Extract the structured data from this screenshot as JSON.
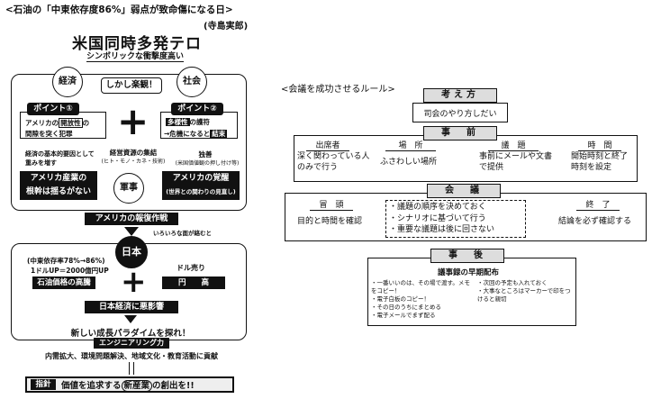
{
  "left": {
    "headline": "<石油の「中東依存度86%」弱点が致命傷になる日>",
    "author": "(寺島実郎)",
    "title": "米国同時多発テロ",
    "subtitle": "シンボリックな衝撃度高い",
    "economy": "経済",
    "society": "社会",
    "however": "しかし楽観！",
    "point1": "ポイント①",
    "point1_pre": "アメリカの",
    "point1_hl": "開放性",
    "point1_post": "の",
    "point1_line2": "間隙を突く犯罪",
    "point2": "ポイント②",
    "point2_hl": "多様性",
    "point2_post": "の護符",
    "point2_line2a": "→危機になると",
    "point2_line2b": "結束",
    "econ_base": "経済の基本的要因として重みを増す",
    "resources": "経営資源の集結",
    "resources_sub": "(ヒト・モノ・カネ・技術)",
    "independence": "独善",
    "independence_sub": "(米国価値観の押し付け等)",
    "industry_line1": "アメリカ産業の",
    "industry_line2": "根幹は揺るがない",
    "awakening_line1": "アメリカの覚醒",
    "awakening_line2": "(世界との関わりの見直し)",
    "military": "軍事",
    "retaliation": "アメリカの報復作戦",
    "various": "いろいろな面が絡むと",
    "japan": "日本",
    "dep_line1": "(中東依存率78%→86%)",
    "dep_line2": "1ドルUP＝2000億円UP",
    "oil_high": "石油価格の高騰",
    "dollar_sell": "ドル売り",
    "yen_high": "円　　高",
    "bad_influence": "日本経済に悪影響",
    "paradigm": "新しい成長パラダイムを探れ！",
    "engineering": "エンジニアリング力",
    "domains": "内需拡大、環境問題解決、地域文化・教育活動に貢献",
    "guideline": "指針",
    "guide_pre": "価値を追求する",
    "guide_hl": "新産業",
    "guide_post": "の創出を!!"
  },
  "right": {
    "title": "<会議を成功させるルール>",
    "thinking": "考え方",
    "thinking_sub": "司会のやり方しだい",
    "before": "事　前",
    "before_cols": [
      {
        "head": "出席者",
        "body": "深く関わっている人のみで行う"
      },
      {
        "head": "場　所",
        "body": "ふさわしい場所"
      },
      {
        "head": "議　題",
        "body": "事前にメールや文書で提供"
      },
      {
        "head": "時　間",
        "body": "開始時刻と終了時刻を設定"
      }
    ],
    "meeting": "会　議",
    "opening_head": "冒　頭",
    "opening_body": "目的と時間を確認",
    "meeting_items": [
      "議題の順序を決めておく",
      "シナリオに基づいて行う",
      "重要な議題は後に回さない"
    ],
    "closing_head": "終　了",
    "closing_body": "結論を必ず確認する",
    "after": "事　後",
    "after_sub": "議事録の早期配布",
    "after_left": [
      "一番いいのは、その場で渡す。メモをコピー！",
      "電子白板のコピー！",
      "その日のうちにまとめる",
      "電子メールでまず配る"
    ],
    "after_right": [
      "次回の予定も入れておく",
      "大事なところはマーカーで印をつけると親切"
    ]
  }
}
